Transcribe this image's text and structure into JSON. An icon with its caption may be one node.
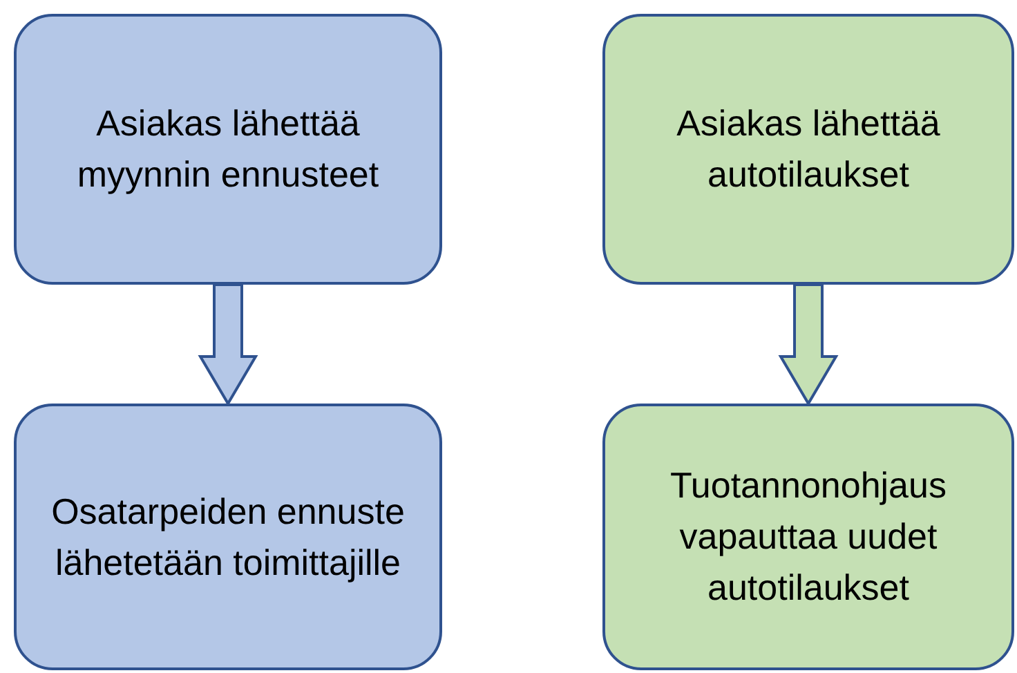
{
  "diagram": {
    "nodes": [
      {
        "text": [
          "Asiakas lähettää myynnin ennusteet"
        ]
      },
      {
        "text": [
          "Osatarpeiden ennuste lähetetään toimittajille"
        ]
      },
      {
        "text": [
          "Asiakas lähettää autotilaukset"
        ]
      },
      {
        "text": [
          "Tuotannonohjaus vapauttaa uudet autotilaukset"
        ]
      }
    ],
    "edges": [
      {
        "from": 0,
        "to": 1,
        "arrow": "to"
      },
      {
        "from": 2,
        "to": 3,
        "arrow": "to"
      }
    ]
  }
}
